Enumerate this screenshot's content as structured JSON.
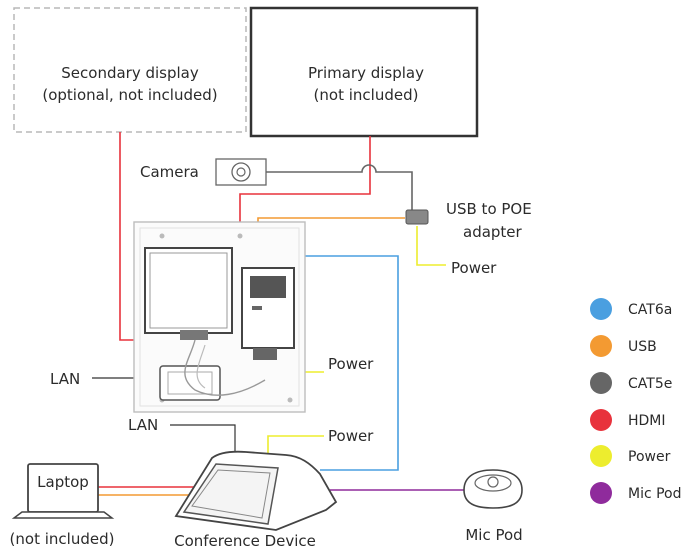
{
  "displays": {
    "secondary": {
      "line1": "Secondary display",
      "line2": "(optional, not included)"
    },
    "primary": {
      "line1": "Primary display",
      "line2": "(not included)"
    }
  },
  "labels": {
    "camera": "Camera",
    "usb_poe_line1": "USB to POE",
    "usb_poe_line2": "adapter",
    "power_adapter": "Power",
    "power_enclosure": "Power",
    "power_device": "Power",
    "lan_enclosure": "LAN",
    "lan_device": "LAN",
    "laptop": "Laptop",
    "laptop_note": "(not included)",
    "conference_device": "Conference Device",
    "mic_pod": "Mic Pod"
  },
  "legend": [
    {
      "label": "CAT6a",
      "color": "#4a9fe0"
    },
    {
      "label": "USB",
      "color": "#f39a32"
    },
    {
      "label": "CAT5e",
      "color": "#666666"
    },
    {
      "label": "HDMI",
      "color": "#e8323c"
    },
    {
      "label": "Power",
      "color": "#eded2e"
    },
    {
      "label": "Mic Pod",
      "color": "#8f2b9c"
    }
  ]
}
